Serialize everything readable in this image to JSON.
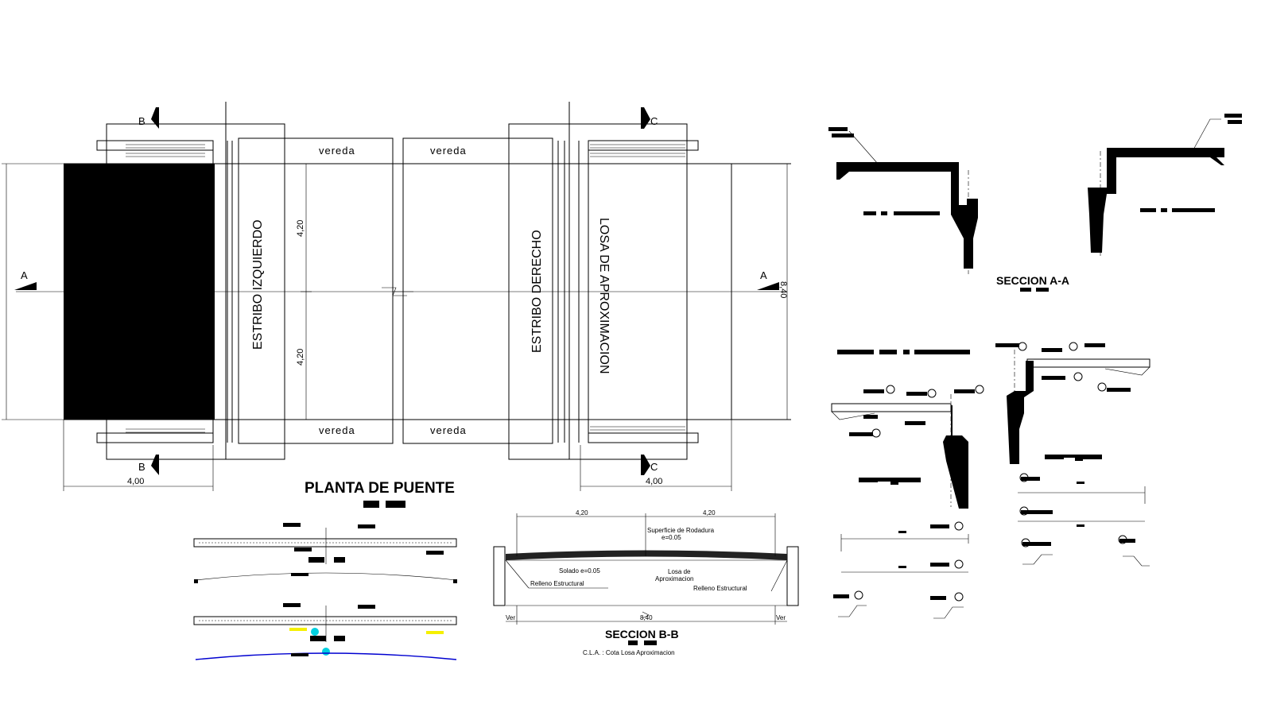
{
  "plan": {
    "title": "PLANTA DE PUENTE",
    "sidewalk_label": "vereda",
    "left_abutment": "ESTRIBO IZQUIERDO",
    "right_abutment": "ESTRIBO DERECHO",
    "approach_slab": "LOSA DE APROXIMACION",
    "dim_half_width": "4,20",
    "dim_length": "4,00",
    "dim_total_width": "8,40",
    "cut_a": "A",
    "cut_b": "B",
    "cut_c": "C"
  },
  "section_aa": {
    "title": "SECCION A-A"
  },
  "section_bb": {
    "title": "SECCION B-B",
    "dim_left": "4,20",
    "dim_right": "4,20",
    "dim_total": "8,40",
    "surface": "Superficie de Rodadura",
    "surface_thk": "e=0.05",
    "solado": "Solado e=0.05",
    "losa": "Losa de",
    "aprox": "Aproximacion",
    "relleno": "Relleno Estructural",
    "ver": "Ver",
    "note": "C.L.A.   : Cota Losa Aproximacion"
  }
}
